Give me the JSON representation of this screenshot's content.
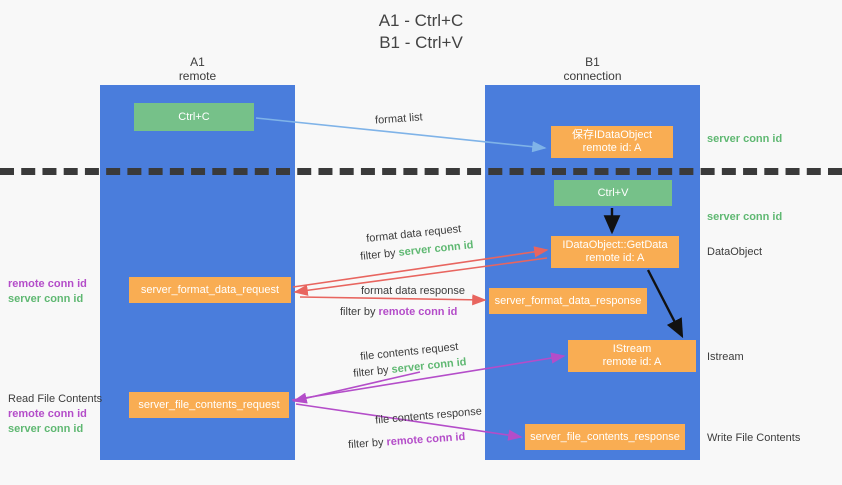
{
  "title": "A1 - Ctrl+C\nB1 - Ctrl+V",
  "lanes": [
    {
      "name": "A1",
      "role": "remote"
    },
    {
      "name": "B1",
      "role": "connection"
    }
  ],
  "boxes": {
    "ctrl_c": "Ctrl+C",
    "ctrl_v": "Ctrl+V",
    "save_idataobject_line1": "保存IDataObject",
    "save_idataobject_line2": "remote id: A",
    "getdata_line1": "IDataObject::GetData",
    "getdata_line2": "remote id: A",
    "istream_line1": "IStream",
    "istream_line2": "remote id: A",
    "server_format_data_request": "server_format_data_request",
    "server_format_data_response": "server_format_data_response",
    "server_file_contents_request": "server_file_contents_request",
    "server_file_contents_response": "server_file_contents_response"
  },
  "edge_labels": {
    "format_list": "format list",
    "format_data_request": "format data request",
    "format_data_filter_prefix": "filter by ",
    "server_conn_id": "server conn id",
    "remote_conn_id": "remote conn id",
    "format_data_response": "format data response",
    "file_contents_request": "file contents request",
    "file_contents_response": "file contents response"
  },
  "right_labels": {
    "server_conn_id_top": "server conn id",
    "server_conn_id_mid": "server conn id",
    "dataobject": "DataObject",
    "istream": "Istream",
    "write_file_contents": "Write File Contents"
  },
  "left_labels": {
    "read_file_contents": "Read File Contents",
    "remote_conn_id": "remote conn id",
    "server_conn_id": "server conn id"
  },
  "colors": {
    "lane": "#4a7ddc",
    "green_box": "#76c189",
    "orange_box": "#f9ad53",
    "server_conn_id_text": "#5fb872",
    "remote_conn_id_text": "#b44dc9",
    "red_arrow": "#e8655f",
    "purple_arrow": "#b44dc9",
    "blue_arrow": "#7fb3e8",
    "black_arrow": "#000000",
    "background": "#f8f8f8"
  }
}
